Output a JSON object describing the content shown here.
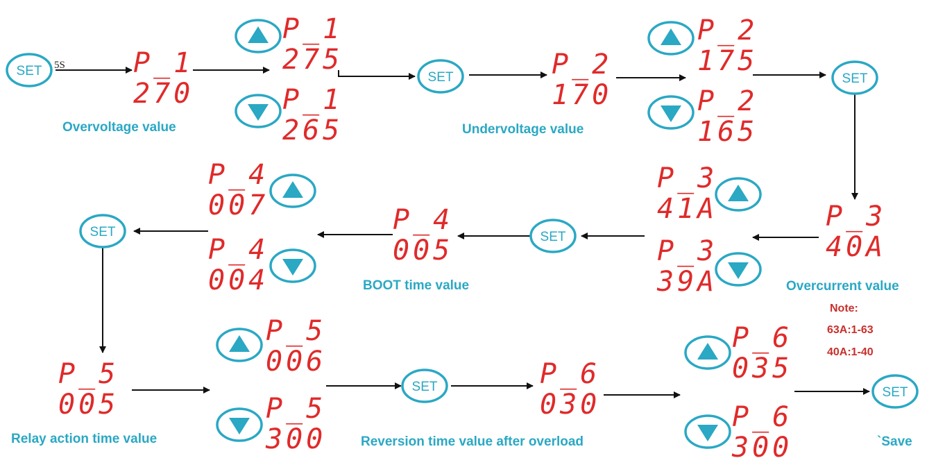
{
  "colors": {
    "display_red": "#e02a2a",
    "button_cyan": "#2aa8c4",
    "label_cyan": "#2aa8c4",
    "note_red": "#c8302c",
    "arrow_black": "#111111"
  },
  "buttons": {
    "set_label": "SET",
    "up_icon": "up-triangle-icon",
    "down_icon": "down-triangle-icon"
  },
  "hold_time": "5S",
  "displays": {
    "d_p1_270": {
      "param": "P_1",
      "value": "270"
    },
    "d_p1_275": {
      "param": "P_1",
      "value": "275"
    },
    "d_p1_265": {
      "param": "P_1",
      "value": "265"
    },
    "d_p2_170": {
      "param": "P_2",
      "value": "170"
    },
    "d_p2_175": {
      "param": "P_2",
      "value": "175"
    },
    "d_p2_165": {
      "param": "P_2",
      "value": "165"
    },
    "d_p3_40a": {
      "param": "P_3",
      "value": "40A"
    },
    "d_p3_41a": {
      "param": "P_3",
      "value": "41A"
    },
    "d_p3_39a": {
      "param": "P_3",
      "value": "39A"
    },
    "d_p4_005": {
      "param": "P_4",
      "value": "005"
    },
    "d_p4_007": {
      "param": "P_4",
      "value": "007"
    },
    "d_p4_004": {
      "param": "P_4",
      "value": "004"
    },
    "d_p5_005": {
      "param": "P_5",
      "value": "005"
    },
    "d_p5_006": {
      "param": "P_5",
      "value": "006"
    },
    "d_p5_300": {
      "param": "P_5",
      "value": "300"
    },
    "d_p6_030": {
      "param": "P_6",
      "value": "030"
    },
    "d_p6_035": {
      "param": "P_6",
      "value": "035"
    },
    "d_p6_300": {
      "param": "P_6",
      "value": "300"
    }
  },
  "labels": {
    "overvoltage": "Overvoltage value",
    "undervoltage": "Undervoltage value",
    "overcurrent": "Overcurrent value",
    "boot_time": "BOOT time value",
    "relay_action": "Relay action time value",
    "reversion": "Reversion time value after overload",
    "save": "`Save"
  },
  "note": {
    "title": "Note:",
    "line1": "63A:1-63",
    "line2": "40A:1-40"
  }
}
